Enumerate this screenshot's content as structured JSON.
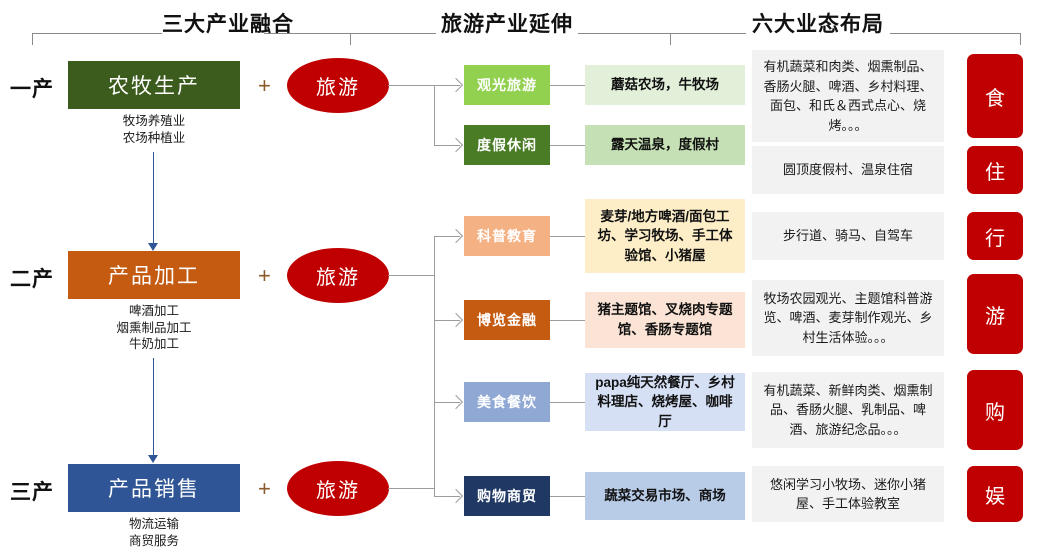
{
  "header": {
    "sections": [
      {
        "title": "三大产业融合"
      },
      {
        "title": "旅游产业延伸"
      },
      {
        "title": "六大业态布局"
      }
    ]
  },
  "industries": [
    {
      "stage_label": "一产",
      "box_label": "农牧生产",
      "sub_text": "牧场养殖业\n农场种植业",
      "color": "#3C5C1E",
      "plus": "+",
      "ellipse_label": "旅游"
    },
    {
      "stage_label": "二产",
      "box_label": "产品加工",
      "sub_text": "啤酒加工\n烟熏制品加工\n牛奶加工",
      "color": "#C55A11",
      "plus": "+",
      "ellipse_label": "旅游"
    },
    {
      "stage_label": "三产",
      "box_label": "产品销售",
      "sub_text": "物流运输\n商贸服务",
      "color": "#2F5597",
      "plus": "+",
      "ellipse_label": "旅游"
    }
  ],
  "extensions": [
    {
      "chip": "观光旅游",
      "chip_color": "#92D050",
      "detail": "蘑菇农场，牛牧场",
      "detail_color": "#E2EFD9"
    },
    {
      "chip": "度假休闲",
      "chip_color": "#4A7C25",
      "detail": "露天温泉，度假村",
      "detail_color": "#C5E0B4"
    },
    {
      "chip": "科普教育",
      "chip_color": "#F4B183",
      "detail": "麦芽/地方啤酒/面包工坊、学习牧场、手工体验馆、小猪屋",
      "detail_color": "#FDEEC8"
    },
    {
      "chip": "博览金融",
      "chip_color": "#C55A11",
      "detail": "猪主题馆、叉烧肉专题馆、香肠专题馆",
      "detail_color": "#FBE4D5"
    },
    {
      "chip": "美食餐饮",
      "chip_color": "#8FA8D4",
      "detail": "papa纯天然餐厅、乡村料理店、烧烤屋、咖啡厅",
      "detail_color": "#D6E0F5"
    },
    {
      "chip": "购物商贸",
      "chip_color": "#1F3864",
      "detail": "蔬菜交易市场、商场",
      "detail_color": "#B8CCE8"
    }
  ],
  "layout": [
    {
      "text": "有机蔬菜和肉类、烟熏制品、香肠火腿、啤酒、乡村料理、面包、和氏＆西式点心、烧烤。。。",
      "badge": "食"
    },
    {
      "text": "圆顶度假村、温泉住宿",
      "badge": "住"
    },
    {
      "text": "步行道、骑马、自驾车",
      "badge": "行"
    },
    {
      "text": "牧场农园观光、主题馆科普游览、啤酒、麦芽制作观光、乡村生活体验。。。",
      "badge": "游"
    },
    {
      "text": "有机蔬菜、新鲜肉类、烟熏制品、香肠火腿、乳制品、啤酒、旅游纪念品。。。",
      "badge": "购"
    },
    {
      "text": "悠闲学习小牧场、迷你小猪屋、手工体验教室",
      "badge": "娱"
    }
  ],
  "colors": {
    "brand_red": "#C00000",
    "panel_grey": "#F2F2F2",
    "connector_grey": "#9C9C9C",
    "navy_arrow": "#2F5597"
  }
}
